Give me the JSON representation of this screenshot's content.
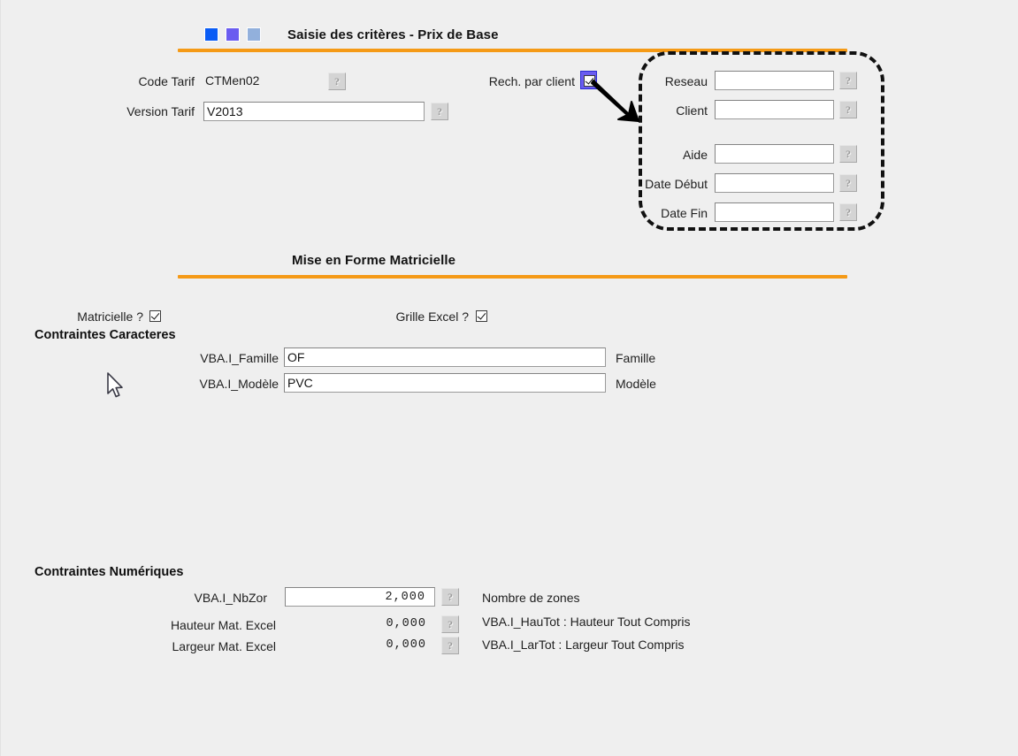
{
  "window": {
    "background_color": "#efefef",
    "accent_orange": "#f59a16"
  },
  "header": {
    "title": "Saisie des critères - Prix de Base",
    "squares": [
      {
        "name": "square-blue",
        "color": "#0a5cf5"
      },
      {
        "name": "square-violet",
        "color": "#6a5cf0"
      },
      {
        "name": "square-steel",
        "color": "#92b0dc"
      }
    ]
  },
  "criteria": {
    "code_tarif": {
      "label": "Code Tarif",
      "value": "CTMen02",
      "help": "?"
    },
    "version_tarif": {
      "label": "Version Tarif",
      "value": "V2013",
      "placeholder": "",
      "help": "?"
    },
    "rech_par_client": {
      "label": "Rech. par client",
      "checked": true
    }
  },
  "client_panel": {
    "fields": [
      {
        "name": "reseau",
        "label": "Reseau",
        "value": "",
        "placeholder": "",
        "help": "?"
      },
      {
        "name": "client",
        "label": "Client",
        "value": "",
        "placeholder": "",
        "help": "?"
      },
      {
        "name": "aide",
        "label": "Aide",
        "value": "",
        "placeholder": "",
        "help": "?"
      },
      {
        "name": "date_debut",
        "label": "Date Début",
        "value": "",
        "placeholder": "",
        "help": "?"
      },
      {
        "name": "date_fin",
        "label": "Date Fin",
        "value": "",
        "placeholder": "",
        "help": "?"
      }
    ]
  },
  "matricielle": {
    "section_title": "Mise en Forme Matricielle",
    "matricielle_label": "Matricielle ?",
    "matricielle_checked": true,
    "grille_excel_label": "Grille Excel ?",
    "grille_excel_checked": true,
    "char_constraints_heading": "Contraintes Caracteres",
    "char_rows": [
      {
        "name": "famille",
        "var_label": "VBA.I_Famille",
        "value": "OF",
        "help": "?",
        "desc": "Famille"
      },
      {
        "name": "modele",
        "var_label": "VBA.I_Modèle",
        "value": "PVC",
        "help": "?",
        "desc": "Modèle"
      }
    ],
    "num_constraints_heading": "Contraintes Numériques",
    "num_rows": [
      {
        "name": "nbzor",
        "var_label": "VBA.I_NbZor",
        "value": "2,000",
        "editable": true,
        "help": "?",
        "desc": "Nombre de zones"
      },
      {
        "name": "hautot",
        "var_label": "Hauteur Mat. Excel",
        "value": "0,000",
        "editable": false,
        "help": "?",
        "desc": "VBA.I_HauTot : Hauteur Tout Compris"
      },
      {
        "name": "lartot",
        "var_label": "Largeur Mat. Excel",
        "value": "0,000",
        "editable": false,
        "help": "?",
        "desc": "VBA.I_LarTot : Largeur Tout Compris"
      }
    ]
  },
  "annotations": {
    "highlight_box_name": "client-panel-highlight",
    "arrow_name": "annotation-arrow"
  }
}
